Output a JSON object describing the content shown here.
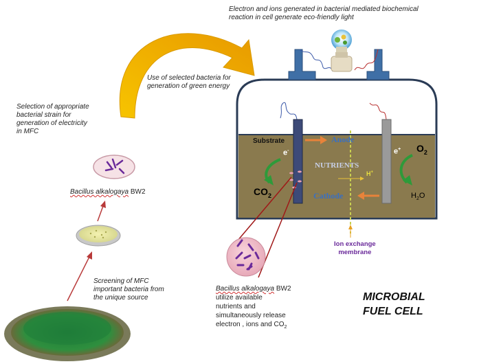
{
  "title": "MICROBIAL FUEL CELL",
  "title_line1": "MICROBIAL",
  "title_line2": "FUEL CELL",
  "top_caption": {
    "line1": "Electron and ions generated  in  bacterial mediated biochemical",
    "line2": "reaction  in cell generate eco-friendly light"
  },
  "arrow_caption": {
    "line1": "Use of selected bacteria for",
    "line2": "generation of green energy"
  },
  "selection_caption": {
    "line1": "Selection of appropriate",
    "line2": "bacterial strain for",
    "line3": "generation of electricity",
    "line4": "in MFC"
  },
  "strain_label": {
    "name": "Bacillus alkalogaya",
    "code": "BW2"
  },
  "screening_caption": {
    "line1": "Screening of MFC",
    "line2": "important bacteria from",
    "line3": "the unique source"
  },
  "bottom_caption": {
    "name": "Bacillus alkalogaya",
    "code": "BW2",
    "line2": "utilize  available",
    "line3": "nutrients and",
    "line4": "simultaneously release",
    "line5": "electron , ions and CO",
    "co2_sub": "2"
  },
  "cell_labels": {
    "substrate": "Substrate",
    "anode": "Anode",
    "cathode": "Cathode",
    "nutrients": "NUTRIENTS",
    "h_plus": "H",
    "h_plus_sup": "+",
    "e_left": "e",
    "e_left_sup": "-",
    "e_right": "e",
    "e_right_sup": "+",
    "co2": "CO",
    "co2_sub": "2",
    "o2": "O",
    "o2_sub": "2",
    "h2o": "H",
    "h2o_sub": "2",
    "h2o_tail": "O"
  },
  "membrane_label": {
    "line1": "Ion exchange",
    "line2": "membrane"
  },
  "colors": {
    "electrolyte": "#8a7a4e",
    "frame": "#2a3b55",
    "electrode_anode": "#3d4a78",
    "electrode_cathode": "#9a9a9a",
    "terminal": "#3f6fa6",
    "arrow_gold": "#f0b400",
    "arrow_orange": "#e8833a",
    "arrow_green": "#2e9a3a",
    "dark_red": "#a01818",
    "label_blue": "#3a6fc0",
    "purple": "#6a2a9a"
  }
}
